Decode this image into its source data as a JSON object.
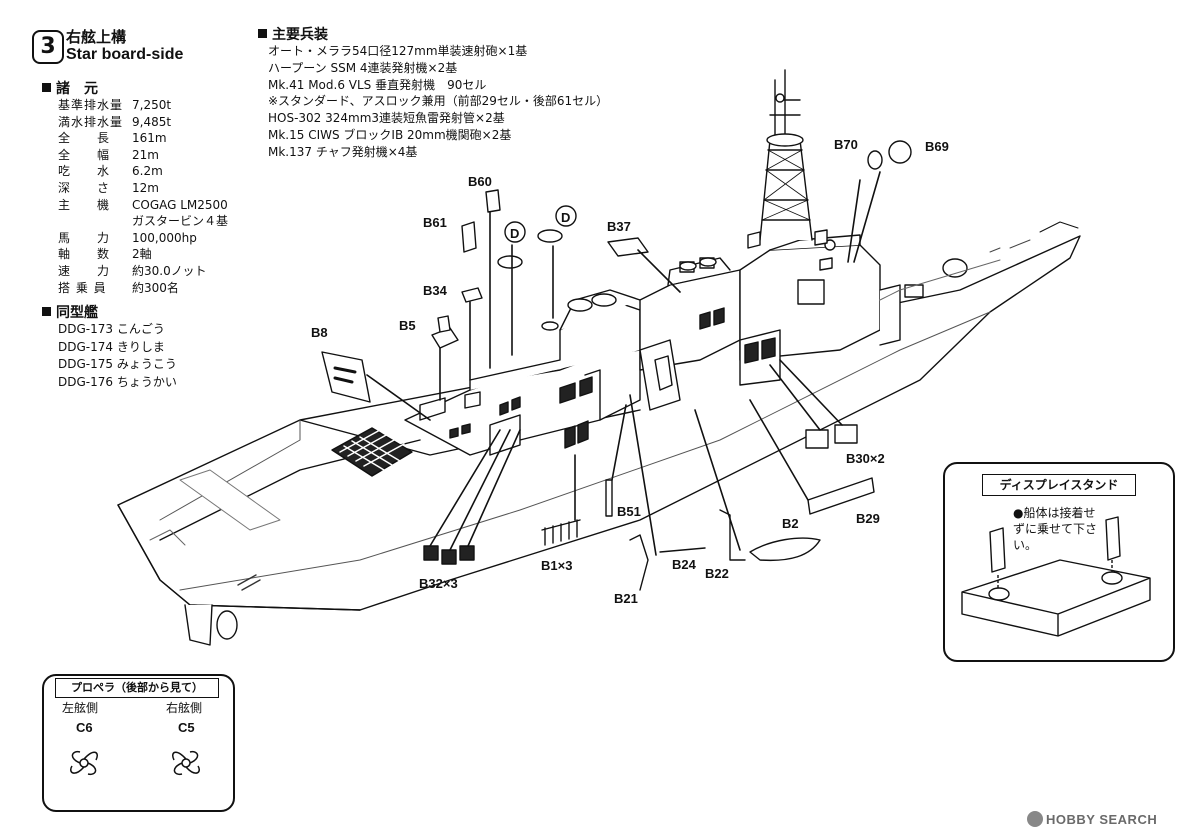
{
  "step": {
    "number": "3",
    "title": "右舷上構",
    "subtitle": "Star board-side"
  },
  "specs": {
    "heading": "諸　元",
    "rows": [
      {
        "label": "基準排水量",
        "value": "7,250t"
      },
      {
        "label": "満水排水量",
        "value": "9,485t"
      },
      {
        "label": "全　　長",
        "value": "161m"
      },
      {
        "label": "全　　幅",
        "value": "21m"
      },
      {
        "label": "吃　　水",
        "value": "6.2m"
      },
      {
        "label": "深　　さ",
        "value": "12m"
      },
      {
        "label": "主　　機",
        "value": "COGAG LM2500"
      },
      {
        "label": "",
        "value": "ガスタービン４基"
      },
      {
        "label": "馬　　力",
        "value": "100,000hp"
      },
      {
        "label": "軸　　数",
        "value": "2軸"
      },
      {
        "label": "速　　力",
        "value": "約30.0ノット"
      },
      {
        "label": "搭 乗 員",
        "value": "約300名"
      }
    ]
  },
  "sister_ships": {
    "heading": "同型艦",
    "items": [
      "DDG-173 こんごう",
      "DDG-174 きりしま",
      "DDG-175 みょうこう",
      "DDG-176 ちょうかい"
    ]
  },
  "weapons": {
    "heading": "主要兵装",
    "items": [
      "オート・メララ54口径127mm単装速射砲×1基",
      "ハープーン SSM 4連装発射機×2基",
      "Mk.41 Mod.6 VLS 垂直発射機　90セル",
      "※スタンダード、アスロック兼用（前部29セル・後部61セル）",
      "HOS-302 324mm3連装短魚雷発射管×2基",
      "Mk.15 CIWS ブロックIB 20mm機関砲×2基",
      "Mk.137 チャフ発射機×4基"
    ]
  },
  "callouts": {
    "b60": "B60",
    "b61": "B61",
    "b34": "B34",
    "b5": "B5",
    "b8": "B8",
    "d1": "D",
    "d2": "D",
    "b37": "B37",
    "b70": "B70",
    "b69": "B69",
    "b30": "B30×2",
    "b29": "B29",
    "b2": "B2",
    "b22": "B22",
    "b24": "B24",
    "b21": "B21",
    "b51": "B51",
    "b1": "B1×3",
    "b32": "B32×3"
  },
  "display_stand": {
    "title": "ディスプレイスタンド",
    "note": "●船体は接着せずに乗せて下さい。"
  },
  "propeller": {
    "title": "プロペラ（後部から見て）",
    "port_label": "左舷側",
    "starboard_label": "右舷側",
    "port_code": "C6",
    "starboard_code": "C5"
  },
  "watermark": {
    "text": "HOBBY SEARCH"
  }
}
